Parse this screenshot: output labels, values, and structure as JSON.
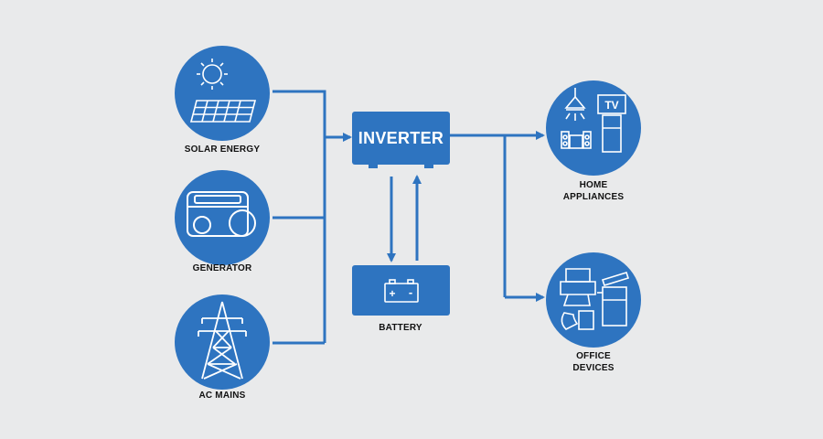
{
  "colors": {
    "accent": "#2e74c0",
    "background": "#e9eaeb",
    "label": "#111111"
  },
  "sources": [
    {
      "label": "SOLAR ENERGY",
      "icon": "solar-panel-icon"
    },
    {
      "label": "GENERATOR",
      "icon": "generator-icon"
    },
    {
      "label": "AC MAINS",
      "icon": "transmission-tower-icon"
    }
  ],
  "inverter": {
    "label": "INVERTER"
  },
  "battery": {
    "label": "BATTERY",
    "icon": "battery-icon",
    "terminals": "+ -"
  },
  "outputs": [
    {
      "label_line1": "HOME",
      "label_line2": "APPLIANCES",
      "icon": "home-appliances-icon",
      "tv_text": "TV"
    },
    {
      "label_line1": "OFFICE",
      "label_line2": "DEVICES",
      "icon": "office-devices-icon"
    }
  ]
}
